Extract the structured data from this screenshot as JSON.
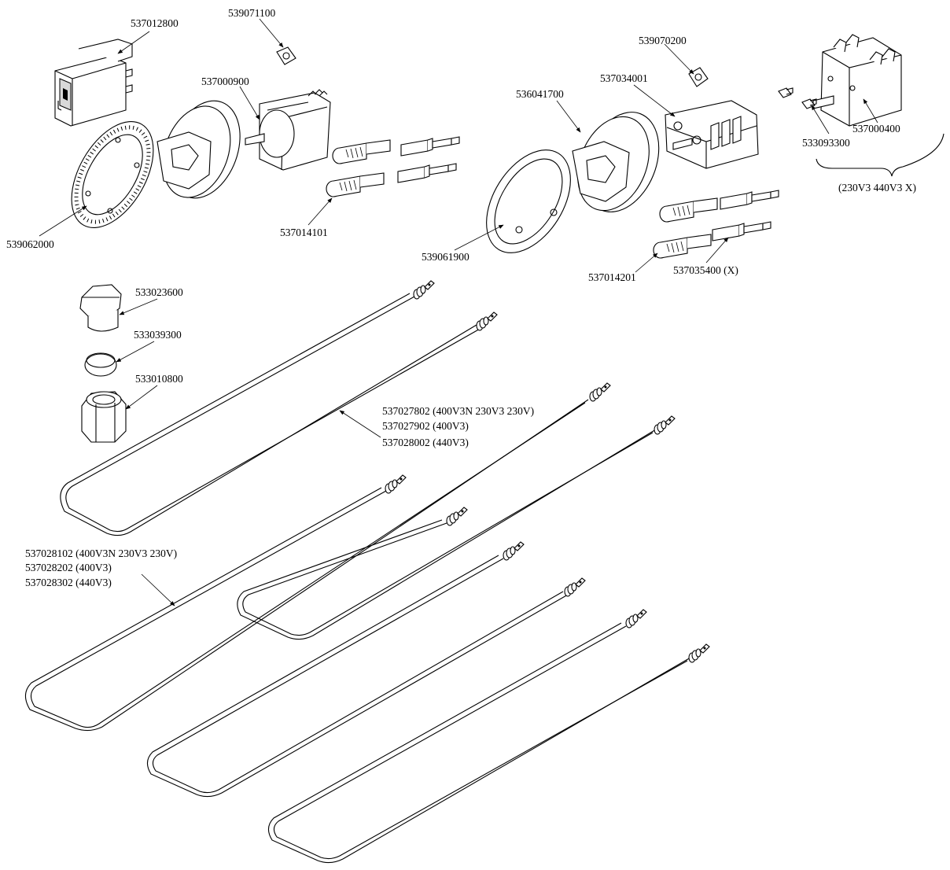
{
  "labels": {
    "p537012800": "537012800",
    "p539071100": "539071100",
    "p537000900": "537000900",
    "p539070200": "539070200",
    "p537034001": "537034001",
    "p536041700": "536041700",
    "p537000400": "537000400",
    "p533093300": "533093300",
    "note_230_440": "(230V3 440V3 X)",
    "p539062000": "539062000",
    "p537014101": "537014101",
    "p539061900": "539061900",
    "p537014201": "537014201",
    "p537035400": "537035400 (X)",
    "p533023600": "533023600",
    "p533039300": "533039300",
    "p533010800": "533010800",
    "el_upper_1": "537027802 (400V3N 230V3 230V)",
    "el_upper_2": "537027902 (400V3)",
    "el_upper_3": "537028002 (440V3)",
    "el_lower_1": "537028102 (400V3N 230V3 230V)",
    "el_lower_2": "537028202 (400V3)",
    "el_lower_3": "537028302 (440V3)"
  }
}
